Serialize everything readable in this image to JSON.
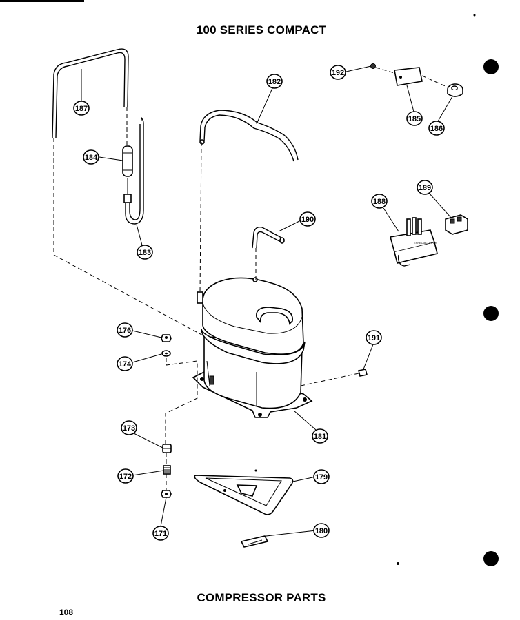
{
  "title": "100 SERIES COMPACT",
  "caption": "COMPRESSOR PARTS",
  "page_number": "108",
  "callouts": {
    "c187": "187",
    "c184": "184",
    "c183": "183",
    "c182": "182",
    "c192": "192",
    "c185": "185",
    "c186": "186",
    "c188": "188",
    "c189": "189",
    "c190": "190",
    "c176": "176",
    "c174": "174",
    "c191": "191",
    "c181": "181",
    "c173": "173",
    "c172": "172",
    "c179": "179",
    "c171": "171",
    "c180": "180"
  }
}
